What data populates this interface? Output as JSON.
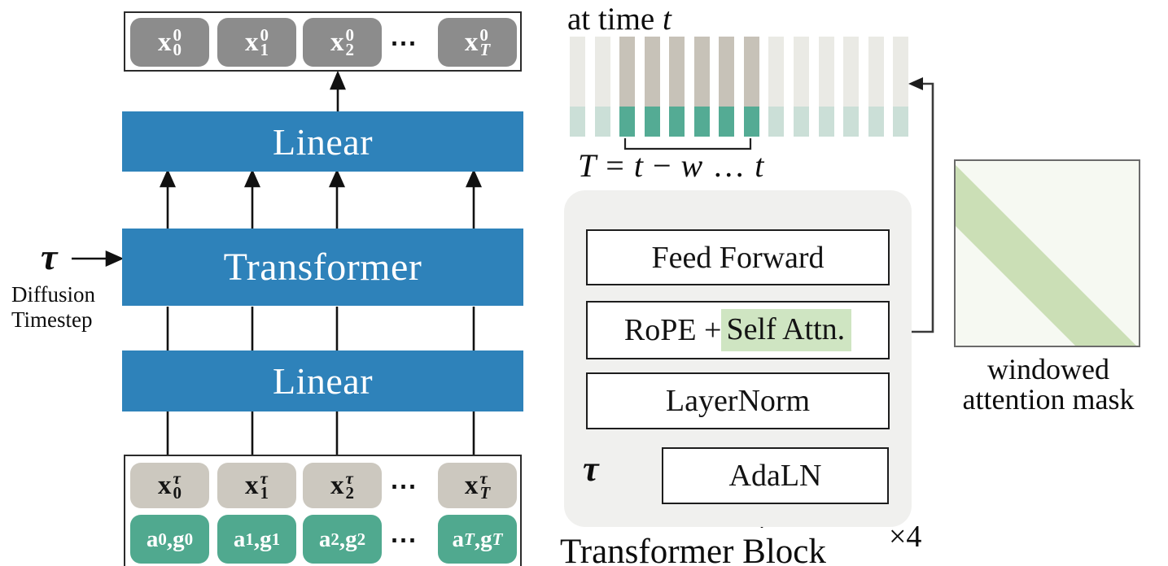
{
  "left": {
    "output_row": {
      "tokens": [
        {
          "base": "x",
          "sup": "0",
          "sub": "0"
        },
        {
          "base": "x",
          "sup": "0",
          "sub": "1"
        },
        {
          "base": "x",
          "sup": "0",
          "sub": "2"
        },
        {
          "base": "x",
          "sup": "0",
          "sub": "T"
        }
      ],
      "ellipsis": "⋯"
    },
    "linear_top": "Linear",
    "transformer": "Transformer",
    "linear_bottom": "Linear",
    "tau_symbol": "τ",
    "tau_caption_line1": "Diffusion",
    "tau_caption_line2": "Timestep",
    "input_row": {
      "x_tokens": [
        {
          "base": "x",
          "sup": "τ",
          "sub": "0"
        },
        {
          "base": "x",
          "sup": "τ",
          "sub": "1"
        },
        {
          "base": "x",
          "sup": "τ",
          "sub": "2"
        },
        {
          "base": "x",
          "sup": "τ",
          "sub": "T"
        }
      ],
      "ag_tokens": [
        {
          "a": "a",
          "a_sub": "0",
          "sep": ", ",
          "g": "g",
          "g_sub": "0"
        },
        {
          "a": "a",
          "a_sub": "1",
          "sep": ", ",
          "g": "g",
          "g_sub": "1"
        },
        {
          "a": "a",
          "a_sub": "2",
          "sep": ", ",
          "g": "g",
          "g_sub": "2"
        },
        {
          "a": "a",
          "a_sub": "T",
          "sep": ", ",
          "g": "g",
          "g_sub": "T"
        }
      ],
      "ellipsis": "⋯"
    }
  },
  "right": {
    "timeline": {
      "title_parts": [
        {
          "t": "at time "
        },
        {
          "t": "t",
          "i": true
        }
      ],
      "bars": {
        "count": 14,
        "active_from": 3,
        "active_to": 8
      },
      "window_label_parts": [
        {
          "t": "T",
          "i": true
        },
        {
          "t": " = "
        },
        {
          "t": "t",
          "i": true
        },
        {
          "t": " − "
        },
        {
          "t": "w",
          "i": true
        },
        {
          "t": " … "
        },
        {
          "t": "t",
          "i": true
        }
      ]
    },
    "block": {
      "feed_forward": "Feed Forward",
      "rope_parts": [
        {
          "t": "RoPE + "
        },
        {
          "t": "Self Attn.",
          "highlight": true
        }
      ],
      "layernorm": "LayerNorm",
      "adaln": "AdaLN",
      "tau_symbol": "τ",
      "caption": "Transformer Block",
      "multiplier": "×4"
    },
    "mask": {
      "caption_line1": "windowed",
      "caption_line2": "attention mask"
    }
  },
  "colors": {
    "blue": "#2e82ba",
    "token_gray": "#8c8c8c",
    "token_warm": "#ccc8bf",
    "token_green": "#50a98f",
    "bar_gray": "#c7c2b8",
    "bar_green": "#54ab94",
    "bar_gray_faded": "#eaeae5",
    "bar_green_faded": "#cbdfd7",
    "highlight": "#cfe5c2",
    "block_bg": "#f0f0ee",
    "mask_bg": "#f6f9f2",
    "mask_band": "#cbdfb6"
  }
}
